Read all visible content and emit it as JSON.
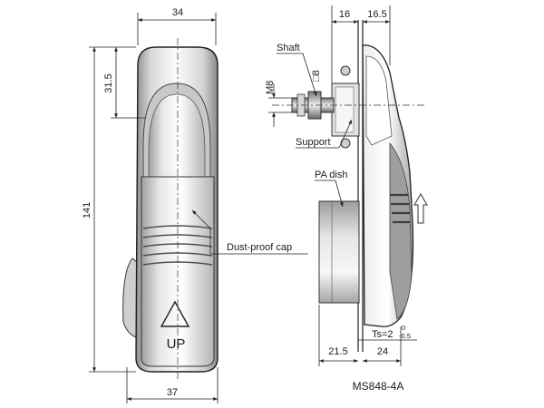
{
  "front_view": {
    "width_top": "34",
    "height_total": "141",
    "height_upper": "31.5",
    "width_bottom": "37",
    "cap_label": "Dust-proof cap",
    "up_text": "UP"
  },
  "side_view": {
    "dim_left": "16",
    "dim_right": "16.5",
    "shaft_label": "Shaft",
    "shaft_square": "□8",
    "thread_label": "M8",
    "support_label": "Support",
    "dish_label": "PA dish",
    "dim_bottom_left": "21.5",
    "dim_bottom_right": "24",
    "ts_label": "Ts=2",
    "ts_tol_upper": "0",
    "ts_tol_lower": "-0.5"
  },
  "model": "MS848-4A",
  "colors": {
    "body_light": "#f4f4f4",
    "body_shadow": "#9a9a9a",
    "outline": "#1e1e1e"
  }
}
